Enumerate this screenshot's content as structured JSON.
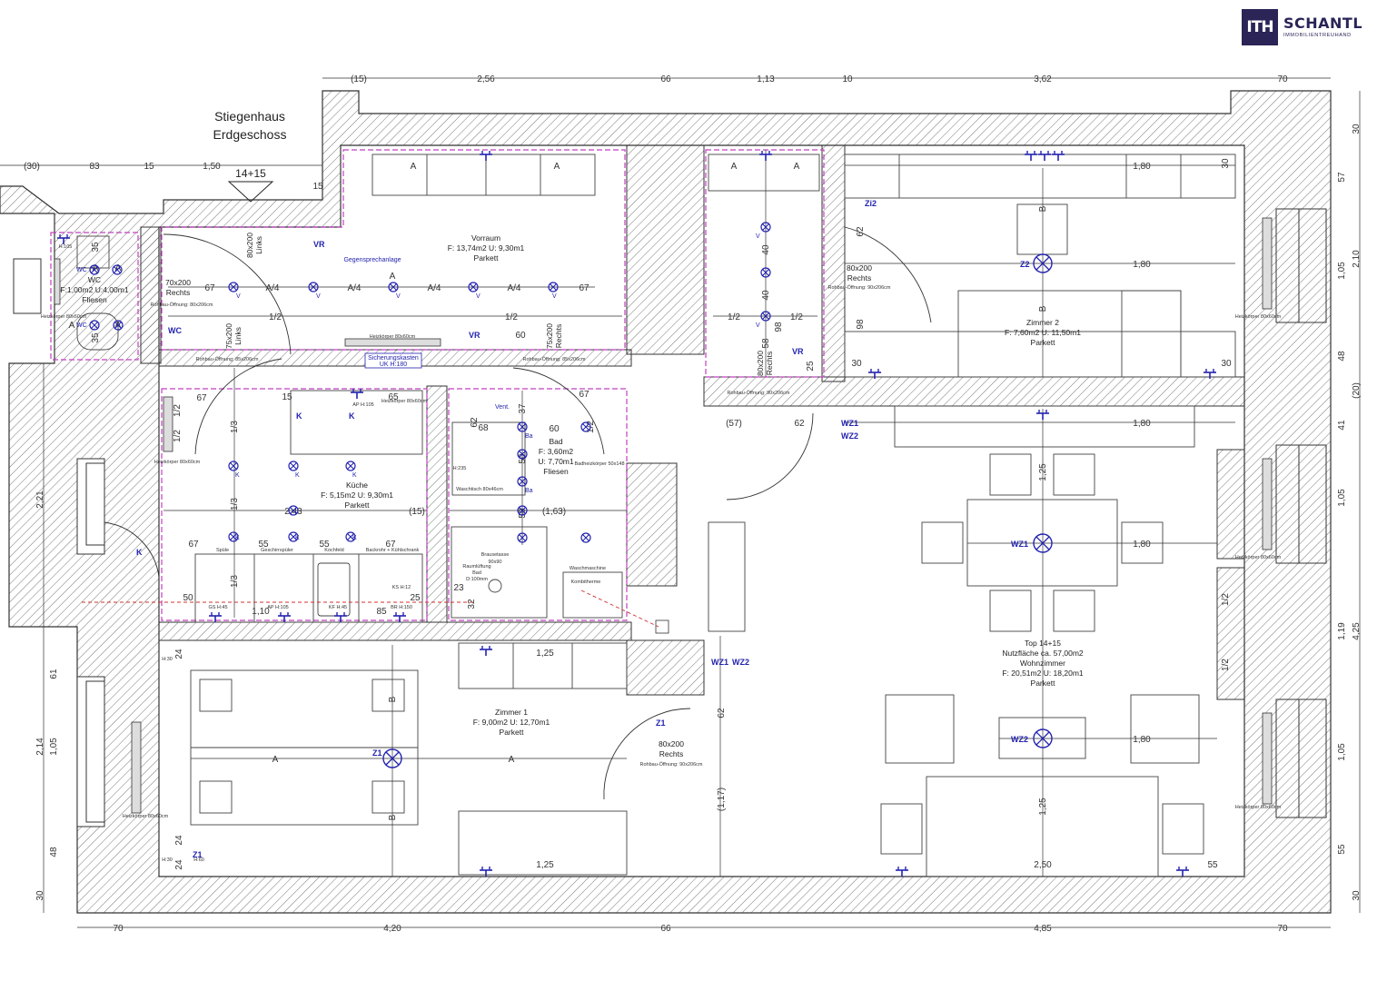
{
  "brand": {
    "mark": "ITH",
    "name": "SCHANTL",
    "tagline": "IMMOBILIENTREUHAND"
  },
  "title": {
    "line1": "Stiegenhaus",
    "line2": "Erdgeschoss",
    "unit_marker": "14+15"
  },
  "rooms": {
    "vorraum": {
      "name": "Vorraum",
      "area": "F: 13,74m2  U: 9,30m1",
      "floor": "Parkett"
    },
    "wc": {
      "name": "WC",
      "area": "F:1,00m2 U:4,00m1",
      "floor": "Fliesen"
    },
    "kueche": {
      "name": "Küche",
      "area": "F: 5,15m2  U: 9,30m1",
      "floor": "Parkett"
    },
    "bad": {
      "name": "Bad",
      "area1": "F: 3,60m2",
      "area2": "U: 7,70m1",
      "floor": "Fliesen"
    },
    "zimmer1": {
      "name": "Zimmer 1",
      "area": "F: 9,00m2  U: 12,70m1",
      "floor": "Parkett"
    },
    "zimmer2": {
      "name": "Zimmer 2",
      "area": "F: 7,60m2  U: 11,50m1",
      "floor": "Parkett"
    },
    "wohnzimmer": {
      "name1": "Top 14+15",
      "name2": "Nutzfläche ca. 57,00m2",
      "name3": "Wohnzimmer",
      "area": "F: 20,51m2  U: 18,20m1",
      "floor": "Parkett"
    }
  },
  "doors": {
    "d70x200": "70x200",
    "rechts": "Rechts",
    "links": "Links",
    "d80x200": "80x200",
    "d75x200": "75x200",
    "roh80": "Rohbau-Öffnung: 80x206cm",
    "roh85": "Rohbau-Öffnung: 85x206cm",
    "roh90": "Rohbau-Öffnung: 90x206cm"
  },
  "labels": {
    "gegensprech": "Gegensprechanlage",
    "heizkoerper": "Heizkörper  80x60cm",
    "sicherung1": "Sicherungskasten",
    "sicherung2": "UK H:180",
    "spule": "Spüle",
    "geschirr": "Geschirrspüler",
    "kochfeld": "Kochfeld",
    "backrohr": "Backrohr + Kühlschrank",
    "brause1": "Brausetasse",
    "brause2": "90x90",
    "waschm": "Waschmaschine",
    "kombi": "Kombitherme",
    "raum1": "Raumlüftung",
    "raum2": "Bad",
    "raum3": "D:100mm",
    "waschtisch": "Waschtisch 80x46cm",
    "vent": "Vent.",
    "hzk": "Heizkörper 80x60cm",
    "badhzk": "Badheizkörper 50x148",
    "aph": "AP H:105",
    "gsh": "GS H:45",
    "kfh": "KF H:45",
    "ksh": "KS H:12",
    "brh": "BR H:150",
    "h235": "H:235",
    "h30": "H:30",
    "h105": "H:105",
    "h60": "H:60"
  },
  "electric": {
    "vr": "VR",
    "wc": "WC",
    "zi2": "Zi2",
    "z2": "Z2",
    "z1": "Z1",
    "wz1": "WZ1",
    "wz2": "WZ2",
    "k": "K",
    "v": "V",
    "ba": "Ba"
  },
  "dims": {
    "top": [
      "(15)",
      "2,56",
      "66",
      "1,13",
      "10",
      "3,62",
      "70"
    ],
    "top2": [
      "(30)",
      "83",
      "15",
      "1,50"
    ],
    "bottom": [
      "70",
      "4,20",
      "66",
      "4,85",
      "70"
    ],
    "left": [
      "2,21",
      "61",
      "2,14",
      "1,05",
      "48",
      "30"
    ],
    "right": [
      "30",
      "57",
      "2,10",
      "1,05",
      "48",
      "(20)",
      "41",
      "1,05",
      "1,19",
      "4,25",
      "1,05",
      "55",
      "30"
    ],
    "inner": {
      "a": "A",
      "a4": "A/4",
      "half": "1/2",
      "third": "1/3",
      "b": "B",
      "d67": "67",
      "d60": "60",
      "d40": "40",
      "d98": "98",
      "d58": "58",
      "d25": "25",
      "d62": "62",
      "d57": "(57)",
      "d180": "1,80",
      "d125": "1,25",
      "d250": "2,50",
      "d55": "55",
      "d30": "30",
      "d243": "2,43",
      "d163": "(1,63)",
      "d15": "(15)",
      "d50": "50",
      "d110": "1,10",
      "d85": "85",
      "d23": "23",
      "d32": "32",
      "d24": "24",
      "d117": "(1,17)",
      "d15b": "15",
      "d65": "65",
      "d68": "68",
      "d37": "37",
      "d35": "35"
    }
  }
}
